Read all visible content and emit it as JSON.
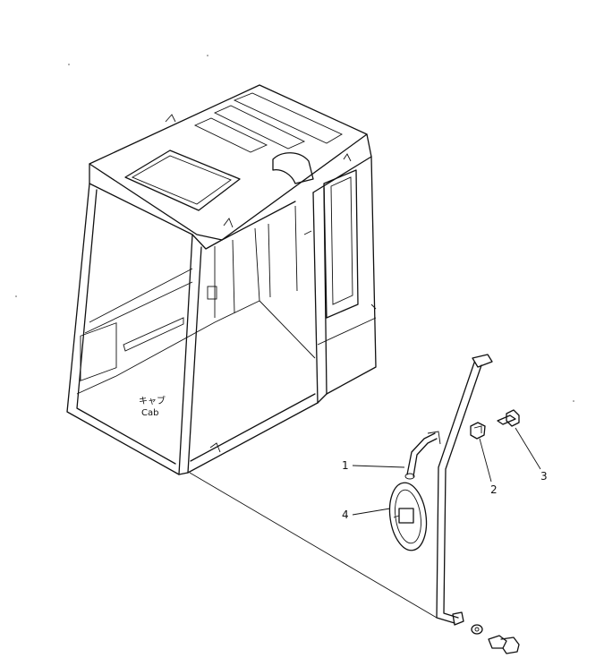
{
  "cab_label_jp": "キャブ",
  "cab_label_en": "Cab",
  "callouts": [
    {
      "num": "1"
    },
    {
      "num": "2"
    },
    {
      "num": "3"
    },
    {
      "num": "4"
    }
  ]
}
